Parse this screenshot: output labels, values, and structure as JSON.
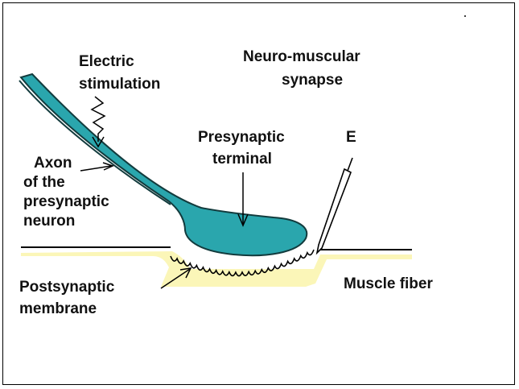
{
  "diagram": {
    "labels": {
      "electric_stimulation": [
        "Electric",
        "stimulation"
      ],
      "neuromuscular_synapse": [
        "Neuro-muscular",
        "synapse"
      ],
      "presynaptic_terminal": [
        "Presynaptic",
        "terminal"
      ],
      "electrode": "E",
      "axon": [
        "Axon",
        "of the",
        "presynaptic",
        "neuron"
      ],
      "postsynaptic_membrane": [
        "Postsynaptic",
        "membrane"
      ],
      "muscle_fiber": "Muscle fiber"
    },
    "colors": {
      "terminal_fill": "#2aa6ad",
      "terminal_outline": "#123b3d",
      "muscle_fill": "#fbf6b8",
      "line": "#000000"
    }
  }
}
